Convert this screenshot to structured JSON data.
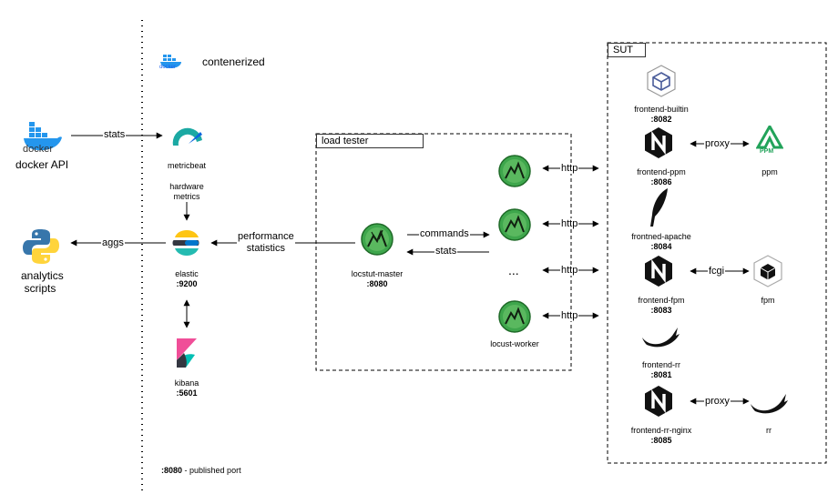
{
  "containerized": {
    "label": "contenerized",
    "icon": "docker-icon"
  },
  "docker_api": {
    "label": "docker API",
    "icon": "docker-icon"
  },
  "analytics": {
    "line1": "analytics",
    "line2": "scripts",
    "icon": "python-icon"
  },
  "metricbeat": {
    "label": "metricbeat",
    "icon": "metricbeat-icon"
  },
  "hardware_metrics": {
    "line1": "hardware",
    "line2": "metrics"
  },
  "elastic": {
    "name": "elastic",
    "port": ":9200",
    "icon": "elastic-icon"
  },
  "kibana": {
    "name": "kibana",
    "port": ":5601",
    "icon": "kibana-icon"
  },
  "edges": {
    "stats_docker": "stats",
    "aggs": "aggs",
    "perf_line1": "performance",
    "perf_line2": "statistics",
    "commands": "commands",
    "stats_locust": "stats",
    "http": "http",
    "proxy": "proxy",
    "fcgi": "fcgi"
  },
  "load_tester": {
    "title": "load tester",
    "master_name": "locstut-master",
    "master_port": ":8080",
    "worker_name": "locust-worker",
    "ellipsis": "..."
  },
  "sut": {
    "title": "SUT",
    "frontend_builtin": {
      "name": "frontend-builtin",
      "port": ":8082"
    },
    "frontend_ppm": {
      "name": "frontend-ppm",
      "port": ":8086"
    },
    "ppm": {
      "name": "ppm",
      "logo_text": "PPM"
    },
    "frontend_apache": {
      "name": "frontned-apache",
      "port": ":8084"
    },
    "frontend_fpm": {
      "name": "frontend-fpm",
      "port": ":8083"
    },
    "fpm": {
      "name": "fpm"
    },
    "frontend_rr": {
      "name": "frontend-rr",
      "port": ":8081"
    },
    "frontend_rr_nginx": {
      "name": "frontend-rr-nginx",
      "port": ":8085"
    },
    "rr": {
      "name": "rr"
    }
  },
  "legend": {
    "port": ":8080",
    "text": " - published port"
  },
  "colors": {
    "docker_blue": "#2496ed",
    "python_blue": "#3776ab",
    "python_yellow": "#ffd43b",
    "metricbeat_teal": "#1ba9a3",
    "elastic_yellow": "#fec514",
    "elastic_teal": "#24bbb1",
    "elastic_blue": "#07c",
    "kibana_pink": "#e8478b",
    "locust_green": "#3ea64c",
    "nginx_black": "#111111",
    "ppm_green": "#22a35a"
  }
}
